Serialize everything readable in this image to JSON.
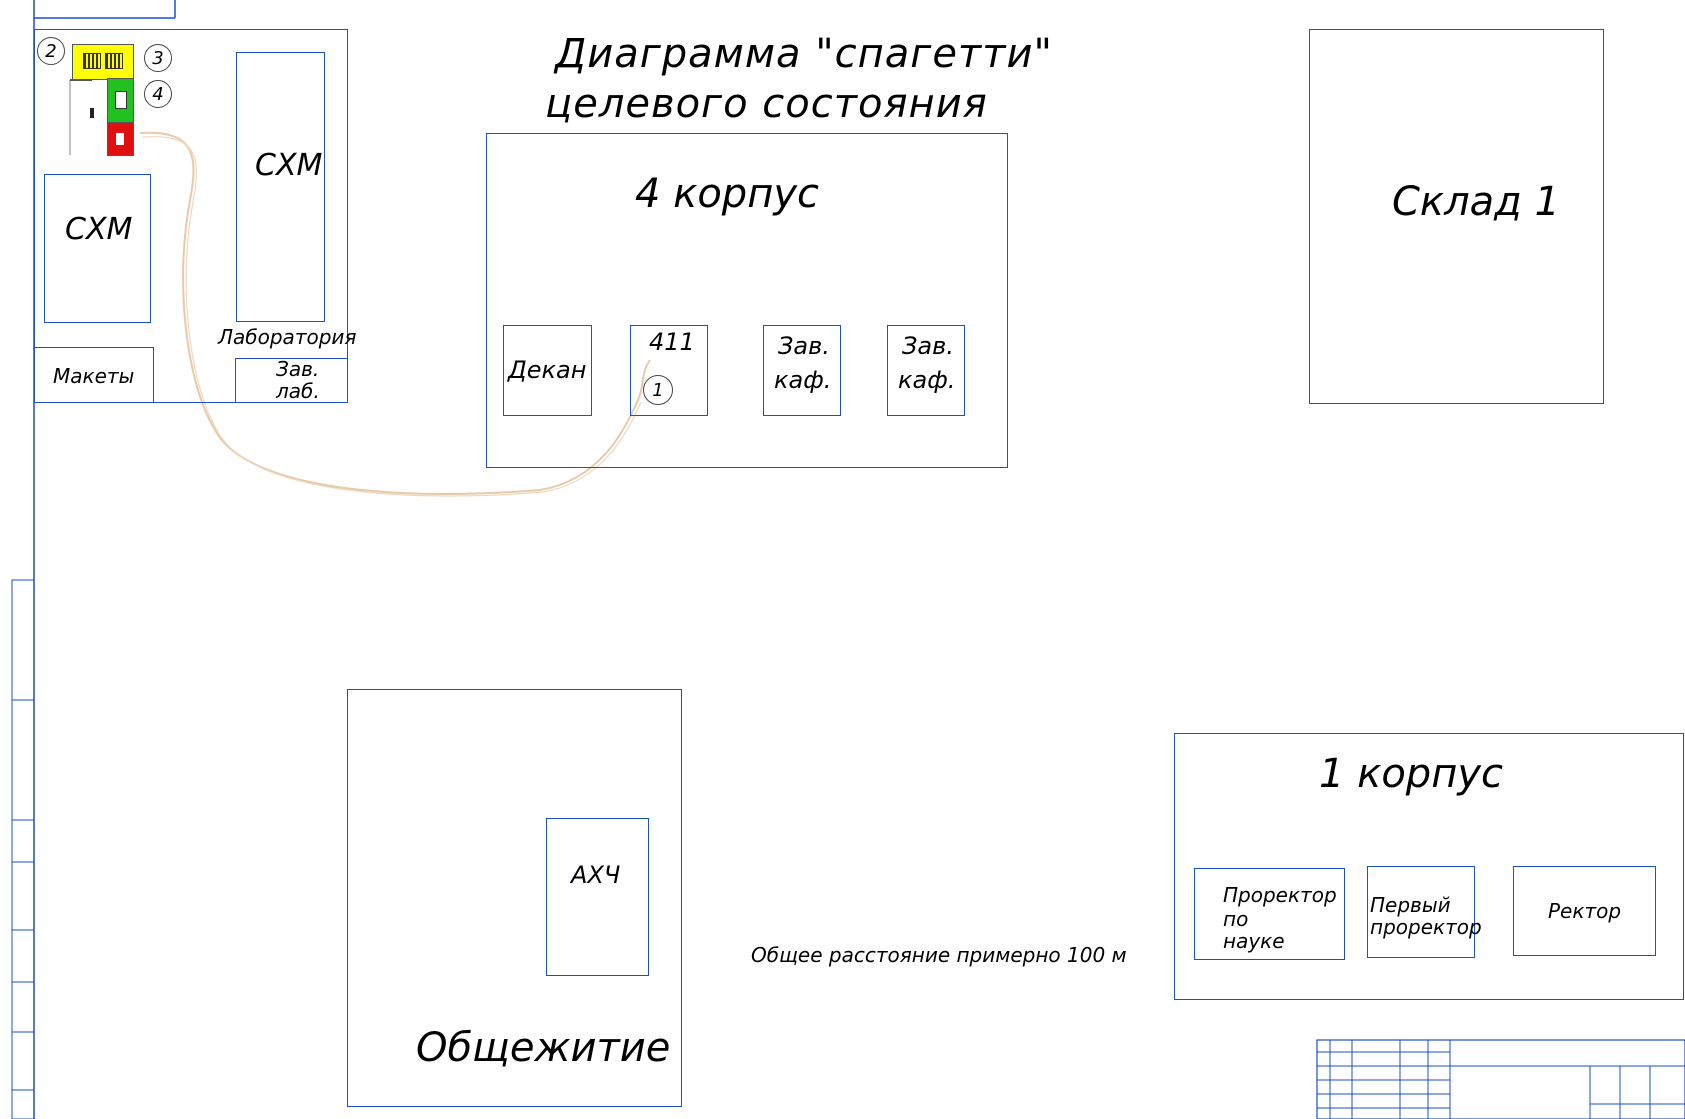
{
  "title": {
    "line1": "Диаграмма \"спагетти\"",
    "line2": "целевого состояния"
  },
  "lab_area": {
    "cxm_left": "СХМ",
    "cxm_right": "СХМ",
    "laboratory": "Лаборатория",
    "mockups": "Макеты",
    "lab_head_line1": "Зав.",
    "lab_head_line2": "лаб.",
    "markers": [
      "2",
      "3",
      "4"
    ],
    "station_colors": {
      "yellow": "#ffff00",
      "green": "#22c020",
      "red": "#e01010"
    }
  },
  "building4": {
    "title": "4 корпус",
    "rooms": {
      "dean": "Декан",
      "room411": "411",
      "marker": "1",
      "head1_line1": "Зав.",
      "head1_line2": "каф.",
      "head2_line1": "Зав.",
      "head2_line2": "каф."
    }
  },
  "warehouse": {
    "title": "Склад 1"
  },
  "dormitory": {
    "title": "Общежитие",
    "office": "АХЧ"
  },
  "building1": {
    "title": "1 корпус",
    "rooms": {
      "vice_science_line1": "Проректор",
      "vice_science_line2": "по",
      "vice_science_line3": "науке",
      "first_vice_line1": "Первый",
      "first_vice_line2": "проректор",
      "rector": "Ректор"
    }
  },
  "note": "Общее расстояние примерно 100 м",
  "colors": {
    "line": "#1a4fd0",
    "path": "#e8c9a8"
  }
}
